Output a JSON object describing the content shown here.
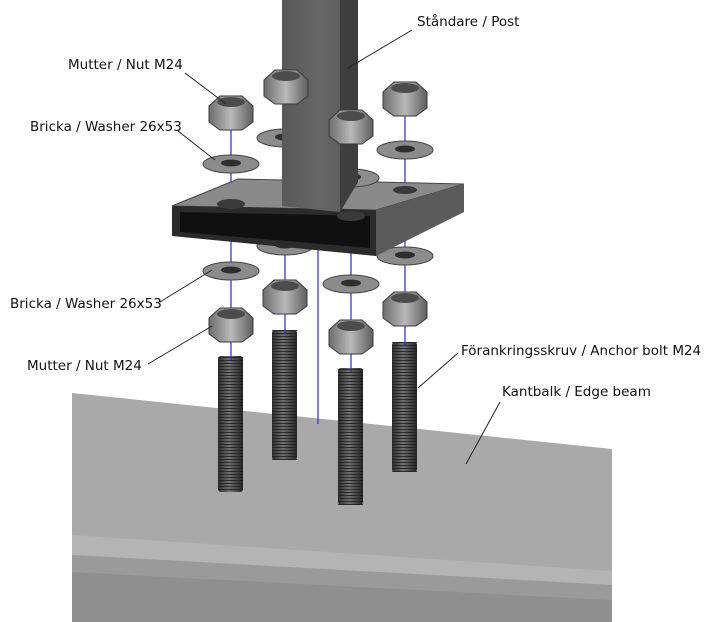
{
  "labels": {
    "post": "Ståndare / Post",
    "top_nut": "Mutter / Nut M24",
    "top_washer": "Bricka / Washer 26x53",
    "bottom_washer": "Bricka / Washer 26x53",
    "bottom_nut": "Mutter / Nut M24",
    "anchor_bolt": "Förankringsskruv / Anchor bolt M24",
    "edge_beam": "Kantbalk / Edge beam"
  },
  "colors": {
    "beam_top": "#a7a7a7",
    "beam_side": "#8e8e8e",
    "beam_stripe": "#b3b3b3",
    "post": "#5c5c5c",
    "plate": "#3d3d3d",
    "bolt": "#4a4a4a",
    "nut": "#8a8a8a",
    "axis_line": "#2a2acc"
  }
}
